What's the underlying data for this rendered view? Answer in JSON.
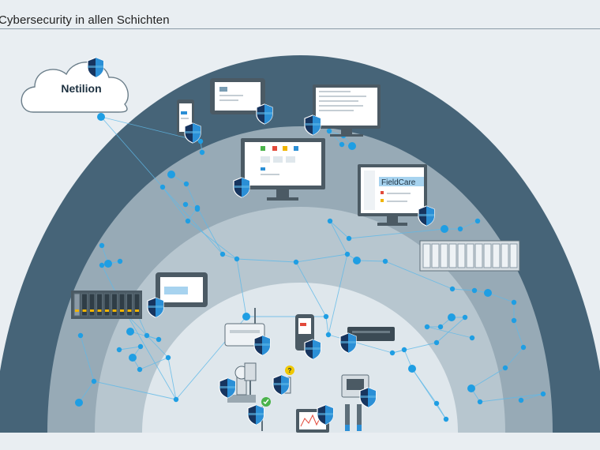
{
  "header": {
    "title": "Cybersecurity in allen Schichten"
  },
  "cloud": {
    "label": "Netilion",
    "icon": "cloud-icon"
  },
  "software": {
    "fieldcare_label": "FieldCare"
  },
  "colors": {
    "background": "#e9eef2",
    "outer_arch": "#466478",
    "second_arch": "#97aab6",
    "third_arch": "#b7c6cf",
    "inner_arch": "#dfe7ec",
    "node": "#1f9ee3",
    "link": "#5fb9e8",
    "shield_dark": "#17355f",
    "shield_light": "#2b8fd6"
  },
  "icons": [
    "shield-icon",
    "tablet-icon",
    "smartphone-icon",
    "monitor-icon",
    "io-module-icon",
    "rugged-tablet-icon",
    "gateway-icon",
    "handheld-icon",
    "edge-device-icon",
    "flowmeter-icon",
    "level-sensor-icon",
    "panel-recorder-icon",
    "display-device-icon",
    "analysis-sensor-icon",
    "plc-rack-icon"
  ]
}
